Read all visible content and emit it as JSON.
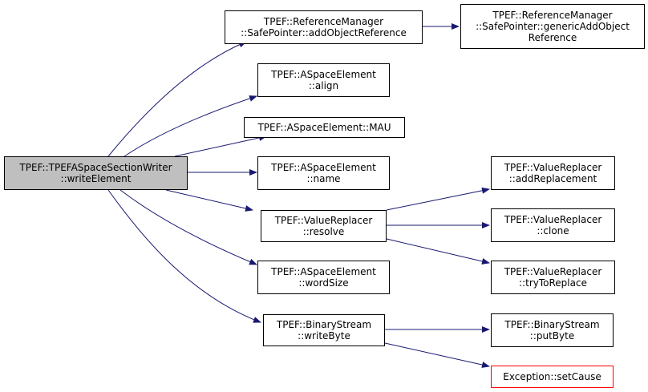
{
  "graph": {
    "root": {
      "line1": "TPEF::TPEFASpaceSectionWriter",
      "line2": "::writeElement"
    },
    "nodes": {
      "add_obj_ref": {
        "line1": "TPEF::ReferenceManager",
        "line2": "::SafePointer::addObjectReference"
      },
      "generic_add_obj_ref": {
        "line1": "TPEF::ReferenceManager",
        "line2": "::SafePointer::genericAddObject",
        "line3": "Reference"
      },
      "align": {
        "line1": "TPEF::ASpaceElement",
        "line2": "::align"
      },
      "mau": {
        "line1": "TPEF::ASpaceElement::MAU"
      },
      "name": {
        "line1": "TPEF::ASpaceElement",
        "line2": "::name"
      },
      "resolve": {
        "line1": "TPEF::ValueReplacer",
        "line2": "::resolve"
      },
      "word_size": {
        "line1": "TPEF::ASpaceElement",
        "line2": "::wordSize"
      },
      "write_byte": {
        "line1": "TPEF::BinaryStream",
        "line2": "::writeByte"
      },
      "add_replacement": {
        "line1": "TPEF::ValueReplacer",
        "line2": "::addReplacement"
      },
      "clone": {
        "line1": "TPEF::ValueReplacer",
        "line2": "::clone"
      },
      "try_to_replace": {
        "line1": "TPEF::ValueReplacer",
        "line2": "::tryToReplace"
      },
      "put_byte": {
        "line1": "TPEF::BinaryStream",
        "line2": "::putByte"
      },
      "set_cause": {
        "line1": "Exception::setCause"
      }
    },
    "colors": {
      "edge": "#191970",
      "root_fill": "#bfbfbf",
      "node_border": "#000000",
      "error_border": "#ff0000"
    }
  }
}
